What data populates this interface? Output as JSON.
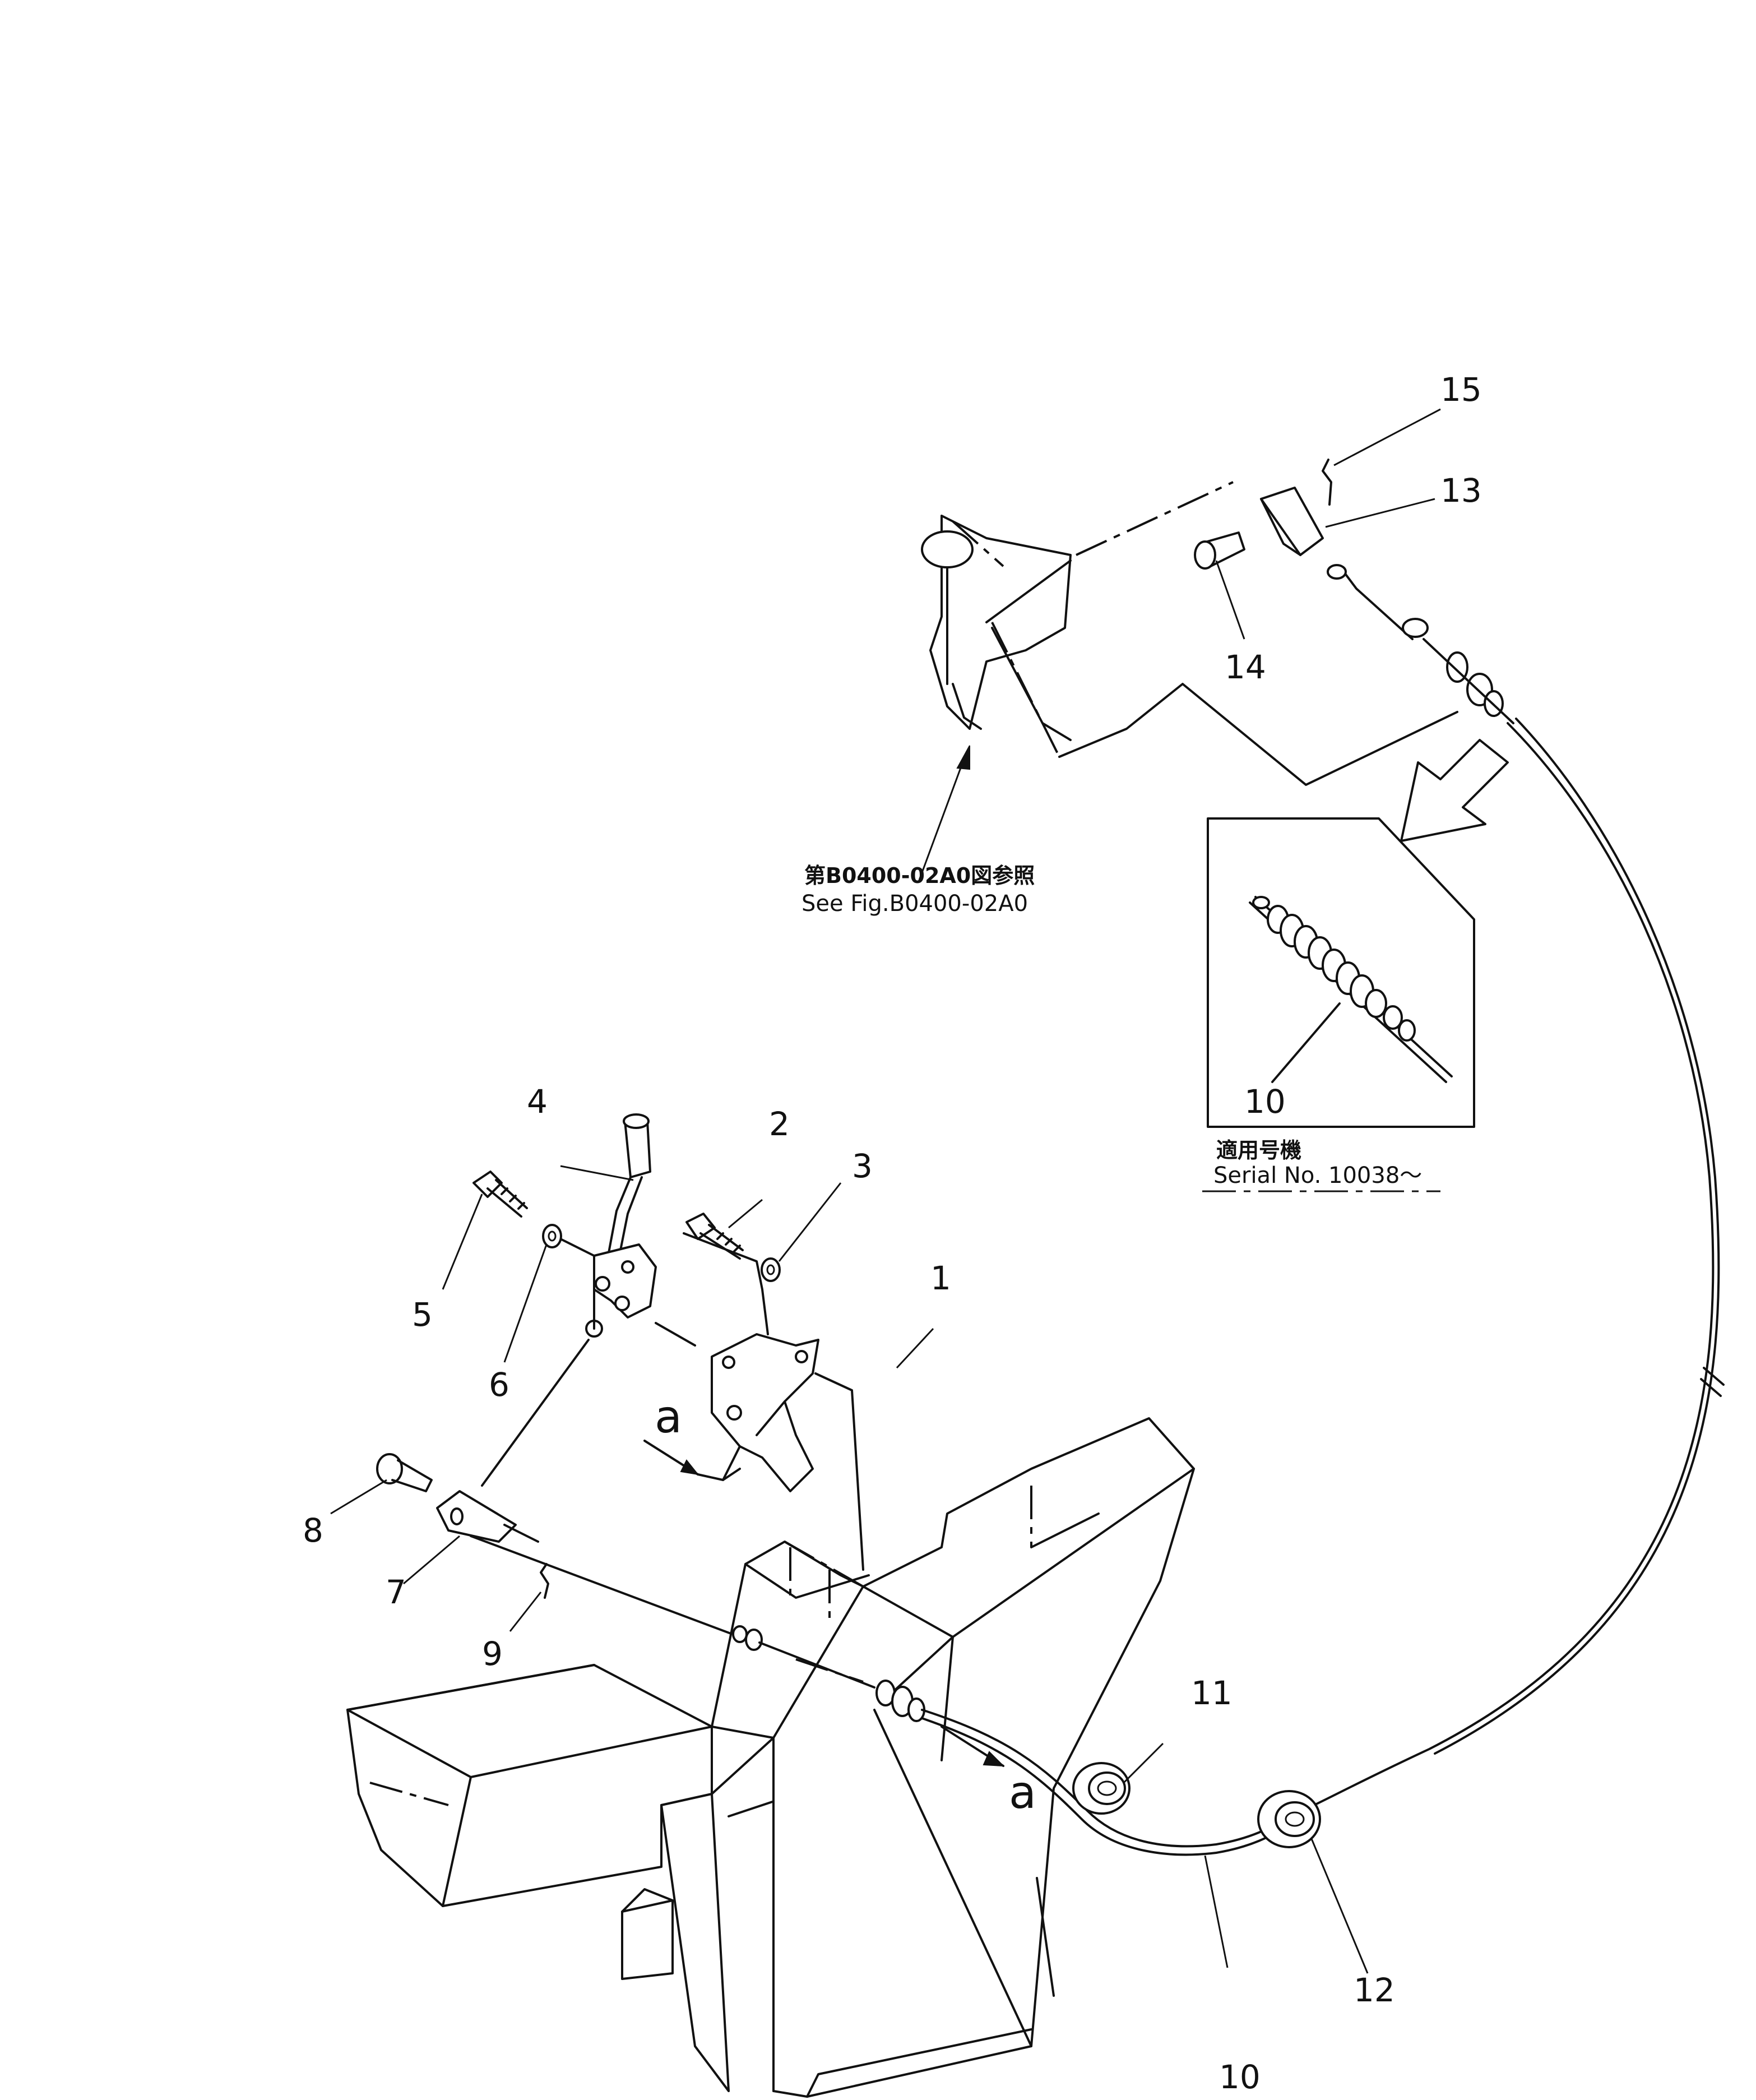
{
  "diagram": {
    "callouts": [
      {
        "id": "1",
        "label": "1"
      },
      {
        "id": "2",
        "label": "2"
      },
      {
        "id": "3",
        "label": "3"
      },
      {
        "id": "4",
        "label": "4"
      },
      {
        "id": "5",
        "label": "5"
      },
      {
        "id": "6",
        "label": "6"
      },
      {
        "id": "7",
        "label": "7"
      },
      {
        "id": "8",
        "label": "8"
      },
      {
        "id": "9",
        "label": "9"
      },
      {
        "id": "10a",
        "label": "10"
      },
      {
        "id": "10b",
        "label": "10"
      },
      {
        "id": "11",
        "label": "11"
      },
      {
        "id": "12",
        "label": "12"
      },
      {
        "id": "13",
        "label": "13"
      },
      {
        "id": "14",
        "label": "14"
      },
      {
        "id": "15",
        "label": "15"
      }
    ],
    "view_marks": {
      "upper": "a",
      "lower": "a"
    },
    "reference_note": {
      "jp": "第B0400-02A0図参照",
      "en": "See Fig.B0400-02A0"
    },
    "inset_note": {
      "jp": "適用号機",
      "en": "Serial  No.  10038～"
    }
  }
}
